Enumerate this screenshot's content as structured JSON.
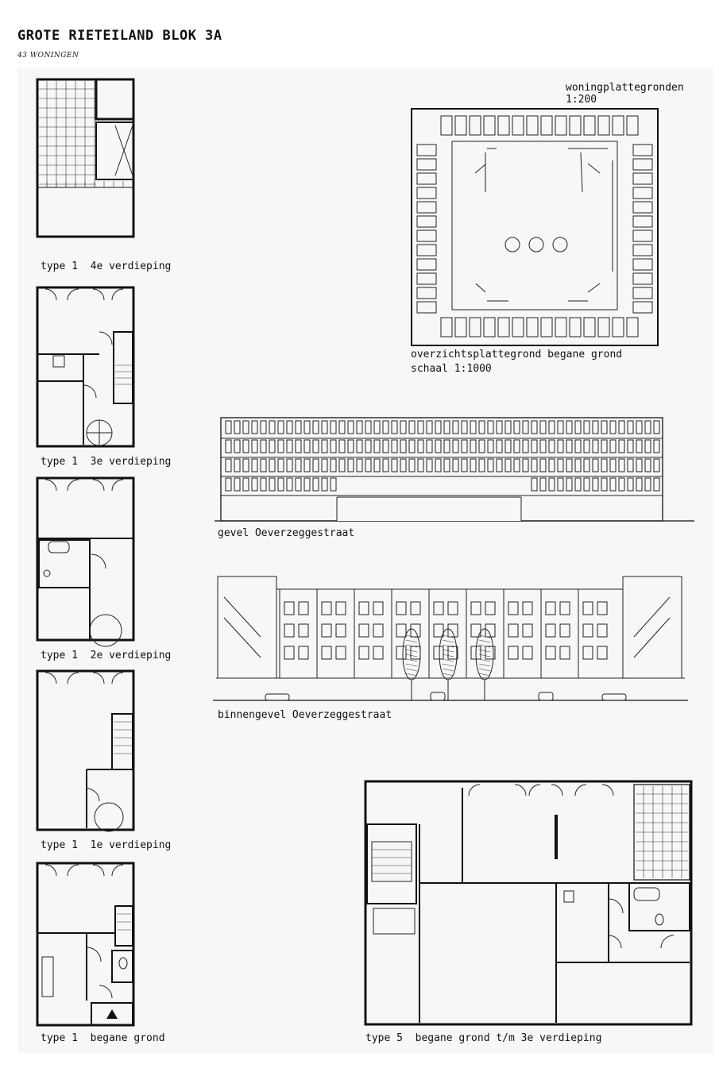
{
  "header": {
    "title": "GROTE RIETEILAND BLOK 3A",
    "subtitle": "43 WONINGEN"
  },
  "scale_label": "woningplattegronden 1:200",
  "captions": {
    "type1_4e": "type 1  4e verdieping",
    "type1_3e": "type 1  3e verdieping",
    "type1_2e": "type 1  2e verdieping",
    "type1_1e": "type 1  1e verdieping",
    "type1_bg": "type 1  begane grond",
    "overview_1": "overzichtsplattegrond begane grond",
    "overview_2": "schaal 1:1000",
    "gevel": "gevel Oeverzeggestraat",
    "binnengevel": "binnengevel Oeverzeggestraat",
    "type5": "type 5  begane grond t/m 3e verdieping"
  },
  "colors": {
    "ink": "#111111",
    "sheet": "#f7f7f7",
    "page": "#ffffff"
  }
}
